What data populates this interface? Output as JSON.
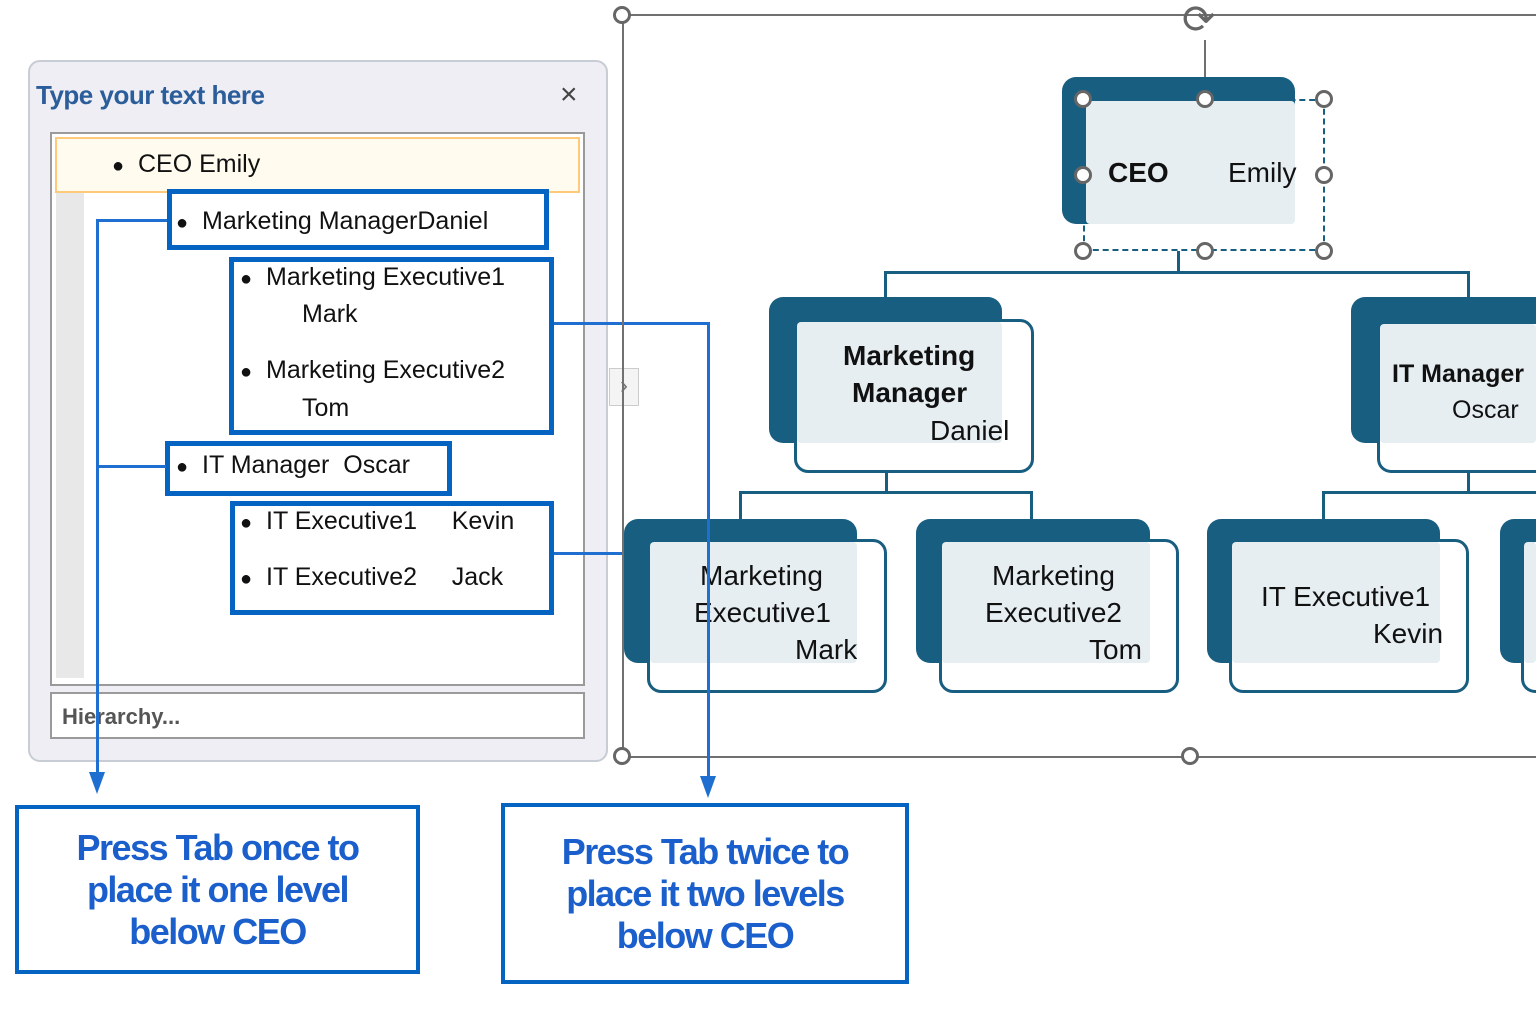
{
  "text_pane": {
    "title": "Type your text here",
    "close_icon": "×",
    "items": [
      {
        "level": 1,
        "text": "CEO Emily"
      },
      {
        "level": 2,
        "text": "Marketing ManagerDaniel"
      },
      {
        "level": 3,
        "text": "Marketing Executive1",
        "text2": "Mark"
      },
      {
        "level": 3,
        "text": "Marketing Executive2",
        "text2": "Tom"
      },
      {
        "level": 2,
        "text": "IT Manager  Oscar"
      },
      {
        "level": 3,
        "text": "IT Executive1     Kevin"
      },
      {
        "level": 3,
        "text": "IT Executive2     Jack"
      }
    ],
    "footer": "Hierarchy...",
    "toggle_icon": "›"
  },
  "org_chart": {
    "ceo": {
      "title": "CEO",
      "name": "Emily"
    },
    "marketing_manager": {
      "title1": "Marketing",
      "title2": "Manager",
      "name": "Daniel"
    },
    "it_manager": {
      "title": "IT Manager",
      "name": "Oscar"
    },
    "me1": {
      "t1": "Marketing",
      "t2": "Executive1",
      "name": "Mark"
    },
    "me2": {
      "t1": "Marketing",
      "t2": "Executive2",
      "name": "Tom"
    },
    "ite1": {
      "t1": "IT Executive1",
      "name": "Kevin"
    }
  },
  "callouts": {
    "once": [
      "Press Tab once to",
      "place it one level",
      "below CEO"
    ],
    "twice": [
      "Press Tab twice to",
      "place it two levels",
      "below CEO"
    ]
  },
  "colors": {
    "node_dark": "#185e80",
    "node_light": "#e6eef2",
    "annotation_blue": "#0563c1",
    "callout_text": "#1a5fcc"
  }
}
